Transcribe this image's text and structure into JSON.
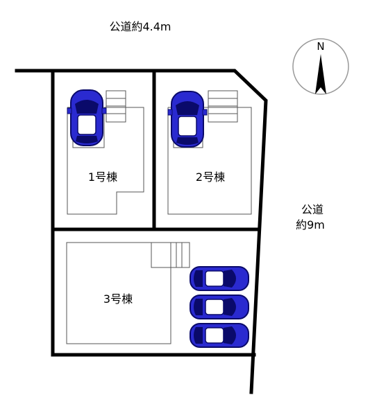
{
  "roads": {
    "north": "公道約4.4m",
    "east_line1": "公道",
    "east_line2": "約9m"
  },
  "compass": {
    "label": "N"
  },
  "buildings": [
    {
      "label": "1号棟"
    },
    {
      "label": "2号棟"
    },
    {
      "label": "3号棟"
    }
  ],
  "colors": {
    "car_body": "#2a2ad0",
    "car_dark": "#0a0a6a",
    "line": "#000000"
  }
}
